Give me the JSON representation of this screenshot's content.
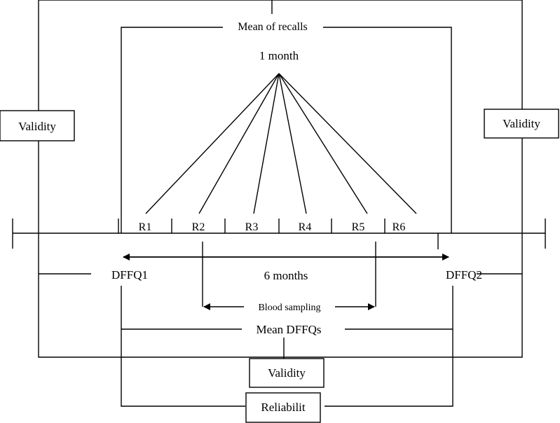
{
  "labels": {
    "mean_of_recalls": "Mean of recalls",
    "one_month": "1 month",
    "validity_left": "Validity",
    "validity_right": "Validity",
    "validity_bottom": "Validity",
    "reliability": "Reliabilit",
    "dffq1": "DFFQ1",
    "dffq2": "DFFQ2",
    "six_months": "6 months",
    "blood_sampling": "Blood sampling",
    "mean_dffqs": "Mean DFFQs"
  },
  "recalls": [
    "R1",
    "R2",
    "R3",
    "R4",
    "R5",
    "R6"
  ]
}
